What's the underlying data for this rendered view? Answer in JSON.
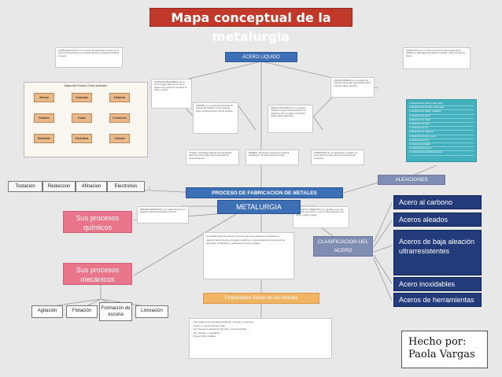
{
  "title": "Mapa conceptual de la metalurgia",
  "nodes": {
    "acero_liquido": "ACERO LIQUIDO",
    "proceso": "PROCESO DE FABRICACION DE METALES",
    "metalurgia": "METALURGIA",
    "aleaciones": "ALEACIONES",
    "clasificacion": "CLASIFICACION DEL ACERO",
    "propiedades": "Propiedades físicas en los metales",
    "quimicos": "Sus procesos químicos",
    "mecanicos": "Sus procesos mecánicos"
  },
  "process_steps": [
    "Tostacion",
    "Reduccion",
    "Afinacion",
    "Electrolisis"
  ],
  "mechanical_steps": [
    "Agitación",
    "Flotación",
    "Formación de escoria",
    "Lixiviación"
  ],
  "steel_types": [
    "Acero al carbono",
    "Aceros aleados",
    "Aceros de baja aleación ultrarresistentes",
    "Acero inoxidables",
    "Aceros de herramientas"
  ],
  "author": "Hecho por: Paola Vargas",
  "flowchart_title": "Mapa del Proceso Cobre sulfurado",
  "notes": {
    "horno_electrico": "HORNO ELECTRICO: en un método de producción de acero en el cual el horno funciona con corriente eléctrica y transforma chatarra en acero.",
    "horno_alto": "HORNO ALTO: es un horno en forma de cuba de gran altura utilizado en siderurgia para obtener el arrabio o hierro de primera fusión.",
    "horno_reverbero": "HORNO DE REVERBERO: Es un horno de gran altura en el cual se obtiene una mezcla de minerales de hierro y carbón.",
    "arrabio": "ARRABIO: es un producto intermedio del proceso de fundición de las menas de hierro, contiene hasta un 4% de carbono.",
    "horno_acero": "HORNO ESPECIAL: es un sistema de refinación del arrabio para producir hierro esponja o hierro reducido.",
    "reduccion": "REDUCCION DIRECTA: es el proceso mediante el que el mineral de hierro es reducido a hierro metálico sin fundirse usando gases reductores.",
    "coque": "COQUE: combustible obtenido de la destilación destructiva de la hulla a alta temperatura sin presencia de aire.",
    "mineral": "MINERAL: Es la base mineral de la industria metalúrgica y de ella se extrae el metal.",
    "fundentes": "FUNDENTES: Es un material que se añade a la carga del horno para formar la escoria con las impurezas.",
    "no_ferrosos": "METALES NO FERROSOS: son aquellos en los que no predomina el hierro, como el cobre, aluminio, zinc, plomo, estaño y níquel.",
    "ferrosos": "METALES FERROSOS: Los metales ferrosos son aquellos cuya base principal es el hierro.",
    "metalurgia_def": "La metalurgia es la ciencia y técnica que se encarga de la extracción y transformación de los minerales metálicos, comprendiendo los procesos de obtención, purificación y elaboración de los metales.",
    "propiedades_text": "- Son sólidos a temperatura ambiente, excepto el mercurio.\n- Tienen un punto de fusión alto.\n- Son buenos conductores del calor y la electricidad.\n- Son dúctiles y maleables.\n- Tienen brillo metálico."
  },
  "aleaciones_list": [
    "Aleaciones de cobre: bronce, latón",
    "Aleaciones de aluminio: duraluminio",
    "Aleaciones de estaño: soldadura",
    "Aleaciones de plomo",
    "Aleaciones de níquel",
    "Aleaciones de titanio",
    "Aleaciones de zinc",
    "Aleaciones de magnesio",
    "Aleaciones de hierro: acero",
    "Aleaciones de oro",
    "Aleaciones de plata",
    "Aleaciones de cromo",
    "Aleaciones de metales preciosos"
  ],
  "flow_nodes": [
    "Mineral",
    "Chancado",
    "Molienda",
    "Flotación",
    "Fusión",
    "Conversión",
    "Refinación",
    "Electrólisis",
    "Cátodos"
  ]
}
